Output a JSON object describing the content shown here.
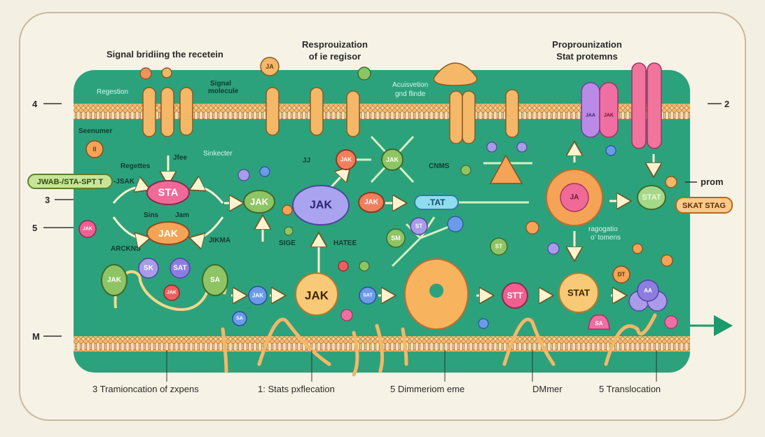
{
  "titles": {
    "signal_binding": "Signal bridiing the recetein",
    "resprouization_1": "Resprouization",
    "resprouization_2": "of ie regisor",
    "proprounization_1": "Proprounization",
    "proprounization_2": "Stat protemns"
  },
  "side_markers": {
    "left_top": "4",
    "left_mid": "3",
    "left_low": "5",
    "left_bottom": "M",
    "right_top": "2"
  },
  "inner_labels": {
    "regestion": "Regestion",
    "signal_1": "Signal",
    "signal_2": "molecule",
    "activation_1": "Acuisvetion",
    "activation_2": "gnd flinde",
    "seenumer": "Seenumer",
    "sinkecter": "Sinkecter",
    "jfee": "Jfee",
    "regettes": "Regettes",
    "jsak": "-JSAK",
    "sins": "Sins",
    "jam": "Jam",
    "jikma": "JIKMA",
    "arckns": "ARCKNS",
    "jj": "JJ",
    "cnms": "CNMS",
    "sige": "SIGE",
    "hatee": "HATEE",
    "ragogatio_1": "ragogatio",
    "ragogatio_2": "o' tomens",
    "prom": "prom"
  },
  "pills": {
    "left": "JWAB-/STA-SPT T",
    "right": "SKAT STAG"
  },
  "nodes": {
    "sta": "STA",
    "jak_left": "JAK",
    "jak_pink": "JAK",
    "ii": "II",
    "jak_green": "JAK",
    "jak_big": "JAK",
    "jak_orange": "JAK",
    "jak_x": "JAK",
    "tat": ".TAT",
    "ja_top": "JA",
    "ja_circle": "JA",
    "jaa": "JAA",
    "jak_mem": "JAK",
    "sk": "SK",
    "sat": "SAT",
    "jak_green2": "JAK",
    "sa_green": "SA",
    "jak_red": "JAK",
    "jak_blue": "JAK",
    "jak_yellow": "JAK",
    "sat_blue": "SAT",
    "sa_blue": "SA",
    "sm": "SM",
    "st1": "ST",
    "st2": "ST",
    "stt": "STT",
    "stat": "STAT",
    "aa": "AA",
    "sa_pink": "SA",
    "dt": "DT",
    "stat_green": "STAT",
    "jak_small": "JAK"
  },
  "bottom_labels": [
    "3  Tramioncation of zxpens",
    "1: Stats pxflecation",
    "5 Dimmeriom eme",
    "DMmer",
    "5 Translocation"
  ],
  "colors": {
    "background": "#f4efe3",
    "cell": "#2ba27c",
    "membrane": "#f2c07a",
    "receptor": "#f5b768",
    "stat_pink": "#ee5e8e",
    "jak_purple": "#a99be8",
    "jak_orange": "#f1925f",
    "jak_green": "#8fc465",
    "arrow": "#fff1c8"
  }
}
